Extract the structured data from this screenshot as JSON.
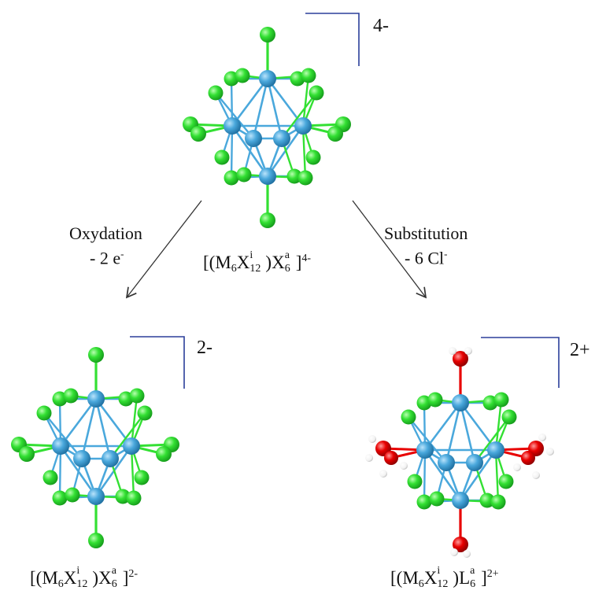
{
  "colors": {
    "metal": "#4aa8dc",
    "halogen": "#33e033",
    "oxygen": "#e80000",
    "hydrogen": "#ffffff",
    "bracket": "#2b3f9a",
    "arrow": "#333333"
  },
  "top": {
    "charge": "4-",
    "formula": {
      "open": "[(M",
      "m_sub": "6",
      "x": "X",
      "x_sup": "i",
      "x_sub": "12",
      "close": ")X",
      "a_sup": "a",
      "a_sub": "6",
      "end": "]",
      "charge_sup": "4-"
    }
  },
  "left": {
    "charge": "2-",
    "formula": {
      "open": "[(M",
      "m_sub": "6",
      "x": "X",
      "x_sup": "i",
      "x_sub": "12",
      "close": ")X",
      "a_sup": "a",
      "a_sub": "6",
      "end": "]",
      "charge_sup": "2-"
    }
  },
  "right": {
    "charge": "2+",
    "formula": {
      "open": "[(M",
      "m_sub": "6",
      "x": "X",
      "x_sup": "i",
      "x_sub": "12",
      "close": ")L",
      "a_sup": "a",
      "a_sub": "6",
      "end": "]",
      "charge_sup": "2+"
    }
  },
  "arrows": {
    "oxidation_label": "Oxydation",
    "oxidation_detail": "- 2 e",
    "oxidation_detail_sup": "-",
    "substitution_label": "Substitution",
    "substitution_detail": "- 6 Cl",
    "substitution_detail_sup": "-"
  }
}
